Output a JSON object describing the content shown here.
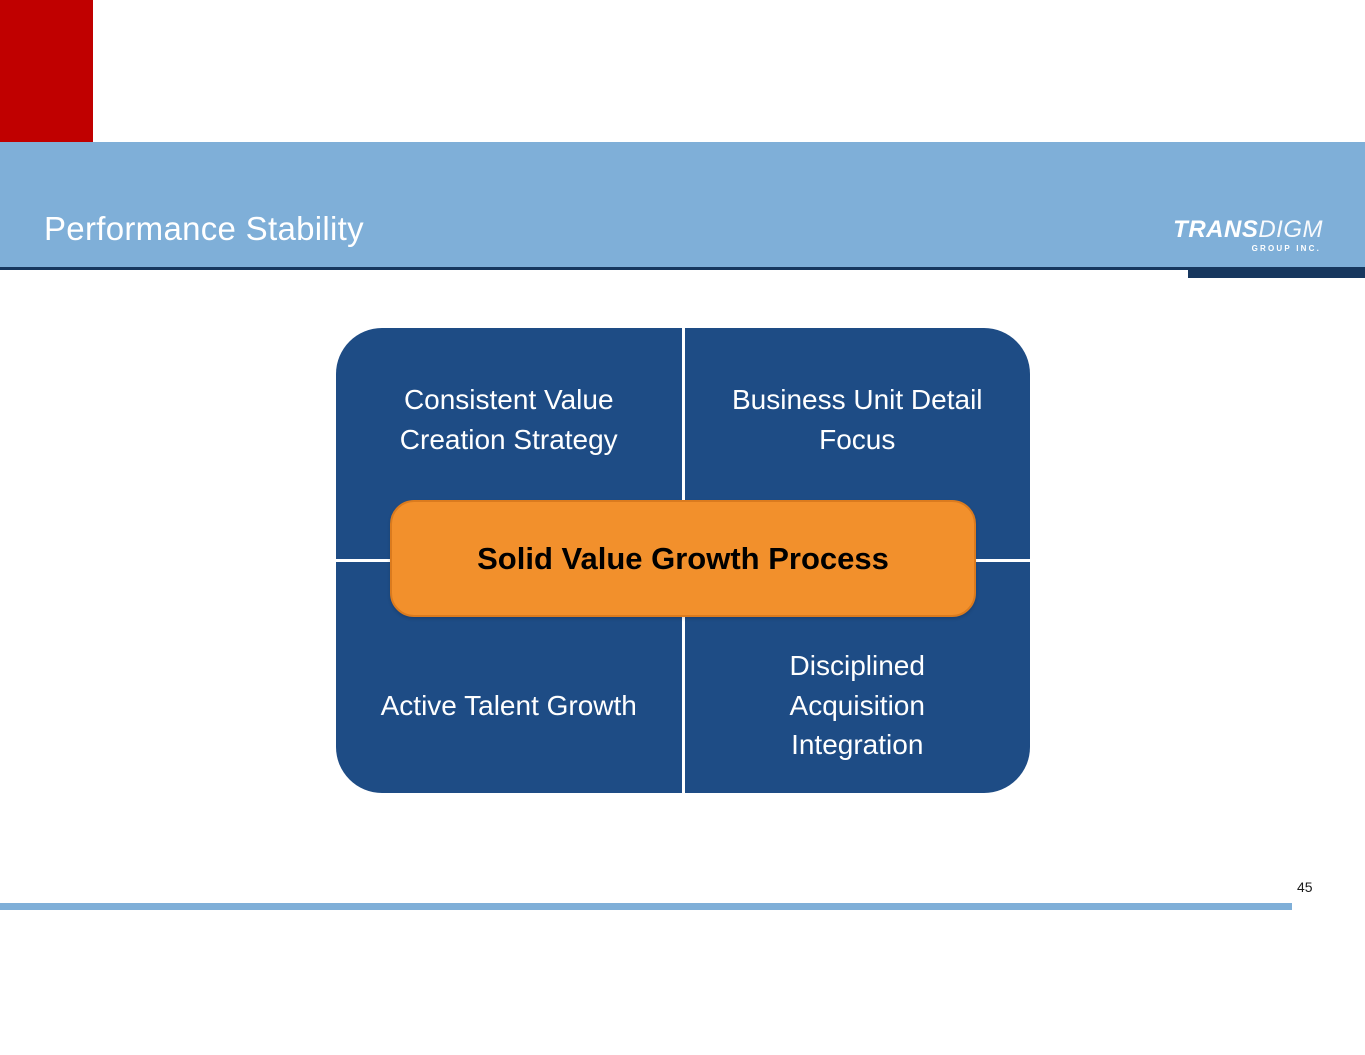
{
  "slide": {
    "title": "Performance Stability",
    "page_number": "45"
  },
  "logo": {
    "trans": "TRANS",
    "digm": "DIGM",
    "subtitle": "GROUP INC."
  },
  "diagram": {
    "quadrants": [
      {
        "label": "Consistent Value Creation Strategy"
      },
      {
        "label": "Business Unit Detail Focus"
      },
      {
        "label": "Active Talent Growth"
      },
      {
        "label": "Disciplined Acquisition Integration"
      }
    ],
    "center": "Solid Value Growth Process"
  },
  "colors": {
    "accent_red": "#C00000",
    "header_blue": "#7FAFD8",
    "quadrant_blue": "#1E4C85",
    "line_navy": "#17375E",
    "badge_orange": "#F2902C",
    "badge_border_orange": "#DB7B1E",
    "footer_blue": "#7FAFD8"
  }
}
